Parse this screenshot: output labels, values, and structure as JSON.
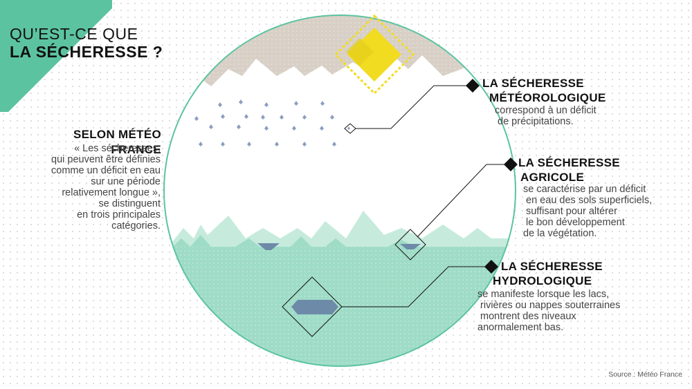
{
  "title": {
    "line1": "QU’EST-CE QUE",
    "line2": "LA SÉCHERESSE ?"
  },
  "intro": {
    "heading": "SELON MÉTÉO FRANCE",
    "text": "« Les sécheresses,\nqui peuvent être définies\ncomme un déficit en eau\nsur une période\nrelativement longue »,\nse distinguent\nen trois principales\ncatégories."
  },
  "categories": [
    {
      "heading_line1": "LA SÉCHERESSE",
      "heading_line2": "MÉTÉOROLOGIQUE",
      "text": "correspond à un déficit\n de précipitations."
    },
    {
      "heading_line1": "LA SÉCHERESSE",
      "heading_line2": "AGRICOLE",
      "text": "se caractérise par un déficit\n en eau des sols superficiels,\n suffisant pour altérer\n le bon développement\nde la végétation."
    },
    {
      "heading_line1": "LA SÉCHERESSE",
      "heading_line2": "HYDROLOGIQUE",
      "text": "se manifeste lorsque les lacs,\n rivières ou nappes souterraines\n montrent des niveaux\nanormalement bas."
    }
  ],
  "source": "Source : Météo France",
  "colors": {
    "accent_green": "#5cc3a0",
    "water": "#9fdcc7",
    "water_light": "#c6ebdd",
    "cloud": "#d8d0c6",
    "sun": "#f2dc21",
    "raindrop": "#8c9fc0",
    "lake": "#6d8aa9"
  }
}
